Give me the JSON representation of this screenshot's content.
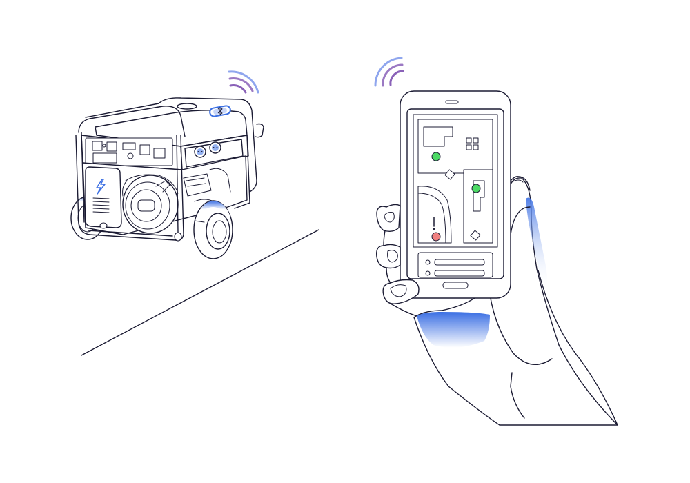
{
  "colors": {
    "line": "#1b1b33",
    "signal_outer": "#8fa6ee",
    "signal_inner": "#8a62b8",
    "accent_blue": "#3b6fe3",
    "status_green": "#4cd964",
    "status_red": "#f08080"
  },
  "generator": {
    "bluetooth_badge_icon": "bluetooth-icon",
    "panel_icon": "lightning-bolt-icon"
  },
  "phone": {
    "status_dots": [
      "green",
      "green",
      "red"
    ],
    "alert_icon": "exclamation-icon"
  }
}
